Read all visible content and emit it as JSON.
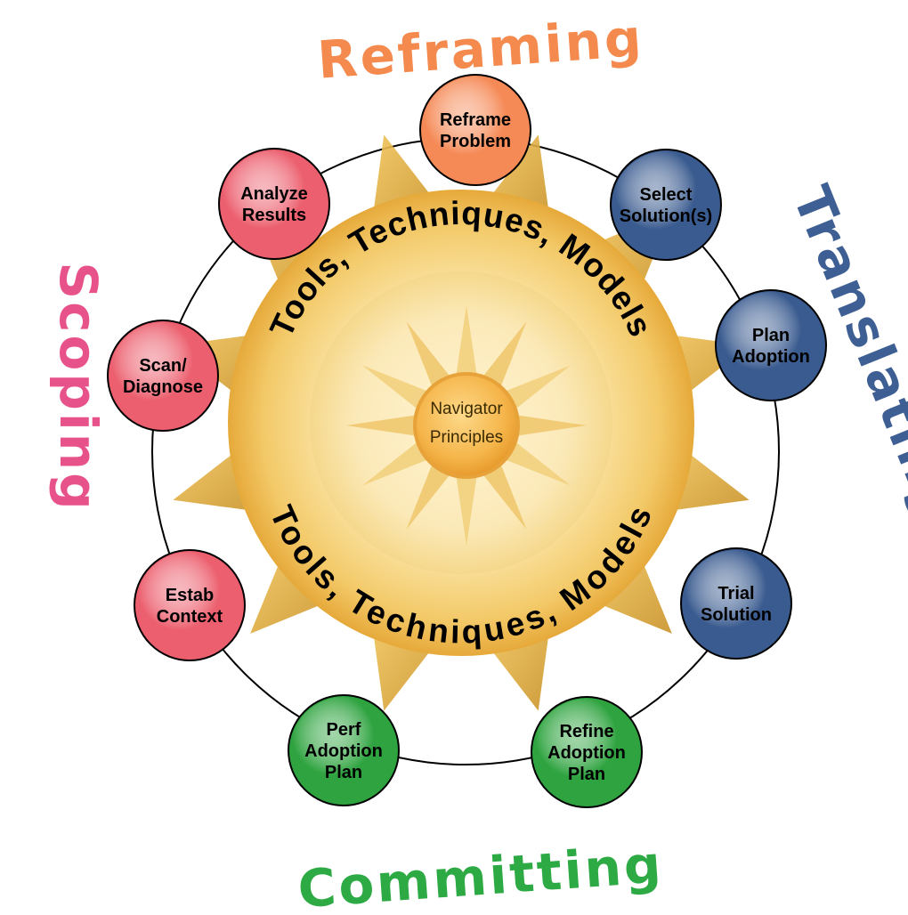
{
  "phases": {
    "reframing": {
      "label": "Reframing",
      "color": "#f48a4e"
    },
    "translating": {
      "label": "Translating",
      "color": "#3e5f93"
    },
    "committing": {
      "label": "Committing",
      "color": "#2eaa45"
    },
    "scoping": {
      "label": "Scoping",
      "color": "#e8528a"
    }
  },
  "center": {
    "line1": "Navigator",
    "line2": "Principles"
  },
  "ring_labels": {
    "top": "Tools, Techniques, Models",
    "bottom": "Tools, Techniques, Models"
  },
  "nodes": [
    {
      "id": "reframe-problem",
      "lines": [
        "Reframe",
        "Problem"
      ],
      "color": "#f58a57"
    },
    {
      "id": "select-solutions",
      "lines": [
        "Select",
        "Solution(s)"
      ],
      "color": "#3a5b8f"
    },
    {
      "id": "plan-adoption",
      "lines": [
        "Plan",
        "Adoption"
      ],
      "color": "#3a5b8f"
    },
    {
      "id": "trial-solution",
      "lines": [
        "Trial",
        "Solution"
      ],
      "color": "#3a5b8f"
    },
    {
      "id": "refine-adoption-plan",
      "lines": [
        "Refine",
        "Adoption",
        "Plan"
      ],
      "color": "#2ea33f"
    },
    {
      "id": "perf-adoption-plan",
      "lines": [
        "Perf",
        "Adoption",
        "Plan"
      ],
      "color": "#2ea33f"
    },
    {
      "id": "estab-context",
      "lines": [
        "Estab",
        "Context"
      ],
      "color": "#ec5f6e"
    },
    {
      "id": "scan-diagnose",
      "lines": [
        "Scan/",
        "Diagnose"
      ],
      "color": "#ec5f6e"
    },
    {
      "id": "analyze-results",
      "lines": [
        "Analyze",
        "Results"
      ],
      "color": "#ec5f6e"
    }
  ]
}
